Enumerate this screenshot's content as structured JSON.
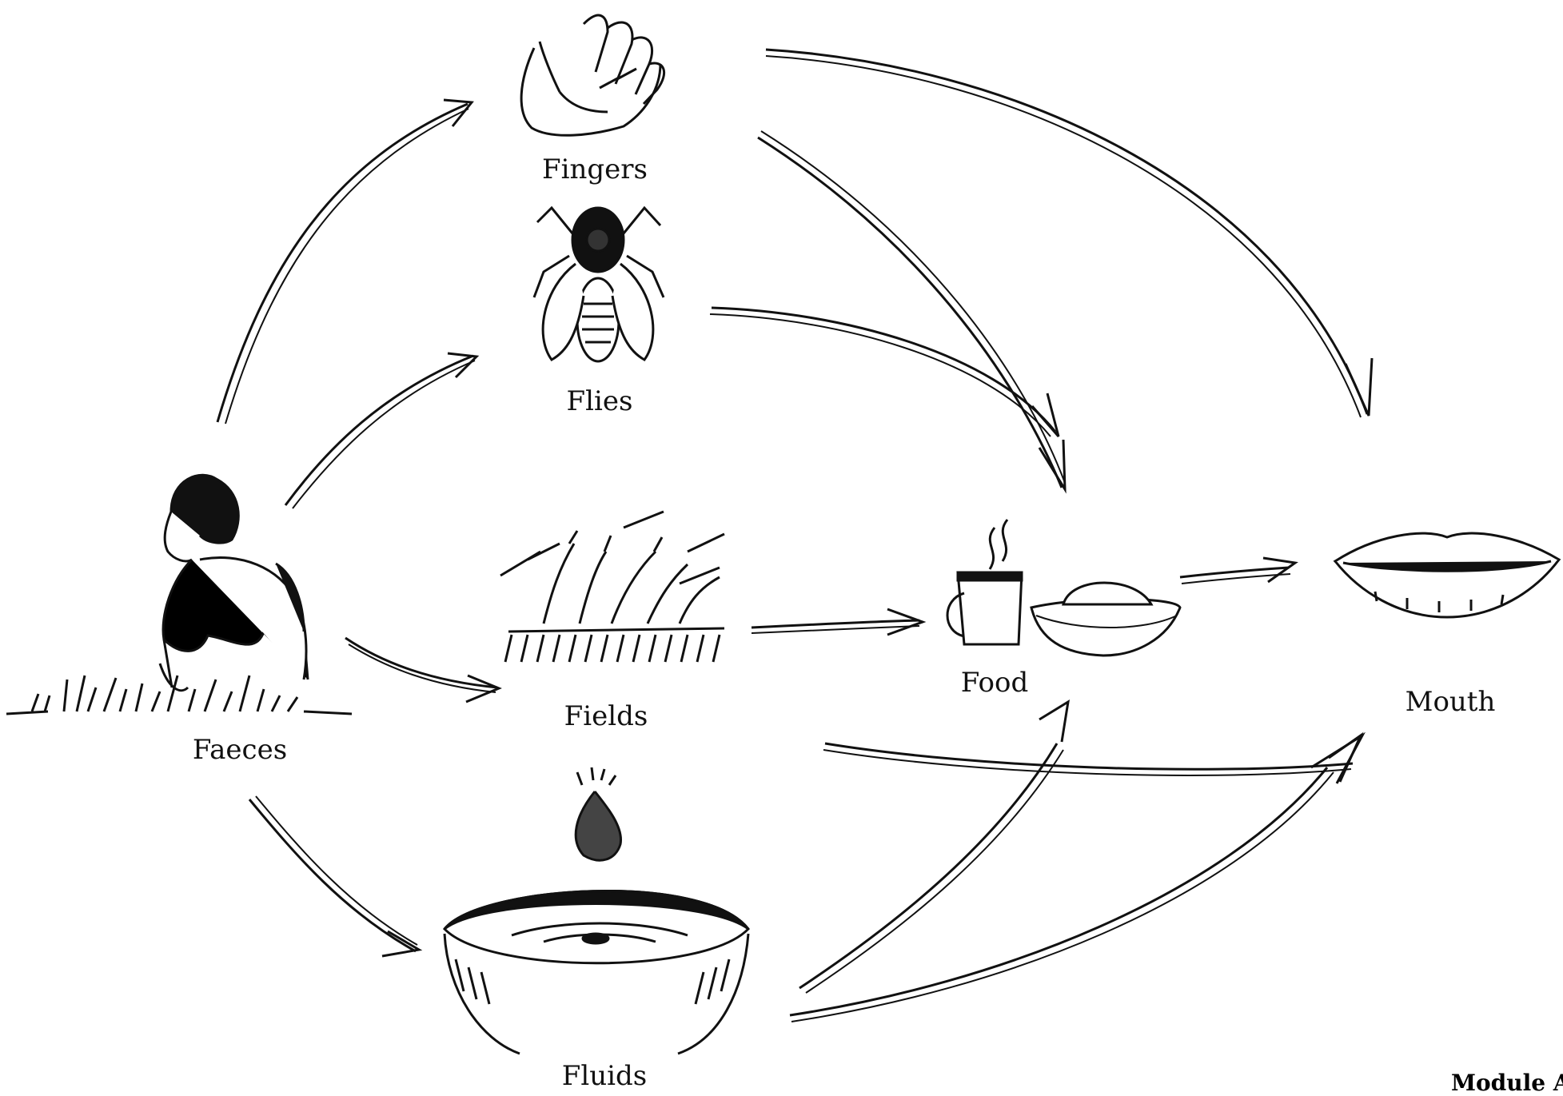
{
  "diagram": {
    "nodes": {
      "fingers": {
        "label": "Fingers",
        "icon": "hand-icon"
      },
      "flies": {
        "label": "Flies",
        "icon": "fly-icon"
      },
      "faeces": {
        "label": "Faeces",
        "icon": "squatting-person-icon"
      },
      "fields": {
        "label": "Fields",
        "icon": "crop-field-icon"
      },
      "fluids": {
        "label": "Fluids",
        "icon": "water-bowl-icon"
      },
      "food": {
        "label": "Food",
        "icon": "cup-and-bowl-icon"
      },
      "mouth": {
        "label": "Mouth",
        "icon": "lips-icon"
      }
    },
    "edges": [
      [
        "faeces",
        "fingers"
      ],
      [
        "faeces",
        "flies"
      ],
      [
        "faeces",
        "fields"
      ],
      [
        "faeces",
        "fluids"
      ],
      [
        "fingers",
        "food"
      ],
      [
        "fingers",
        "mouth"
      ],
      [
        "flies",
        "food"
      ],
      [
        "fields",
        "food"
      ],
      [
        "fields",
        "mouth"
      ],
      [
        "fluids",
        "food"
      ],
      [
        "fluids",
        "mouth"
      ],
      [
        "food",
        "mouth"
      ]
    ],
    "corner_text": "Module A"
  }
}
